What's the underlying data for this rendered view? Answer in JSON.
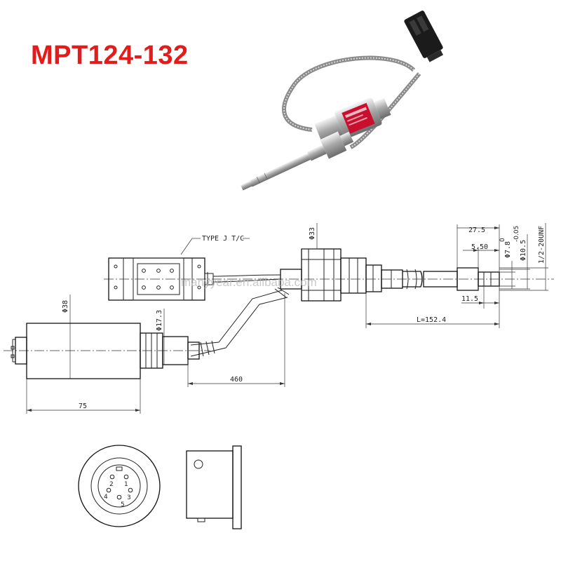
{
  "title": "MPT124-132",
  "labels": {
    "tc_type": "TYPE J T/C",
    "d33": "Φ33",
    "d38": "Φ38",
    "d17_3": "Φ17.3",
    "len_460": "460",
    "len_75": "75",
    "l_152_4": "L=152.4",
    "d27_5": "27.5",
    "d5_50": "5.50",
    "d11_5": "11.5",
    "d7_8": "Φ7.8",
    "tol_upper": "0",
    "tol_lower": "-0.05",
    "d10_5": "Φ10.5",
    "thread": "1/2-20UNF"
  },
  "pins": [
    "2",
    "1",
    "4",
    "3",
    "5"
  ],
  "watermark": "manyyear.en.alibaba.com",
  "colors": {
    "title": "#e31b1b",
    "line": "#222222",
    "photo_label": "#c8102e"
  }
}
